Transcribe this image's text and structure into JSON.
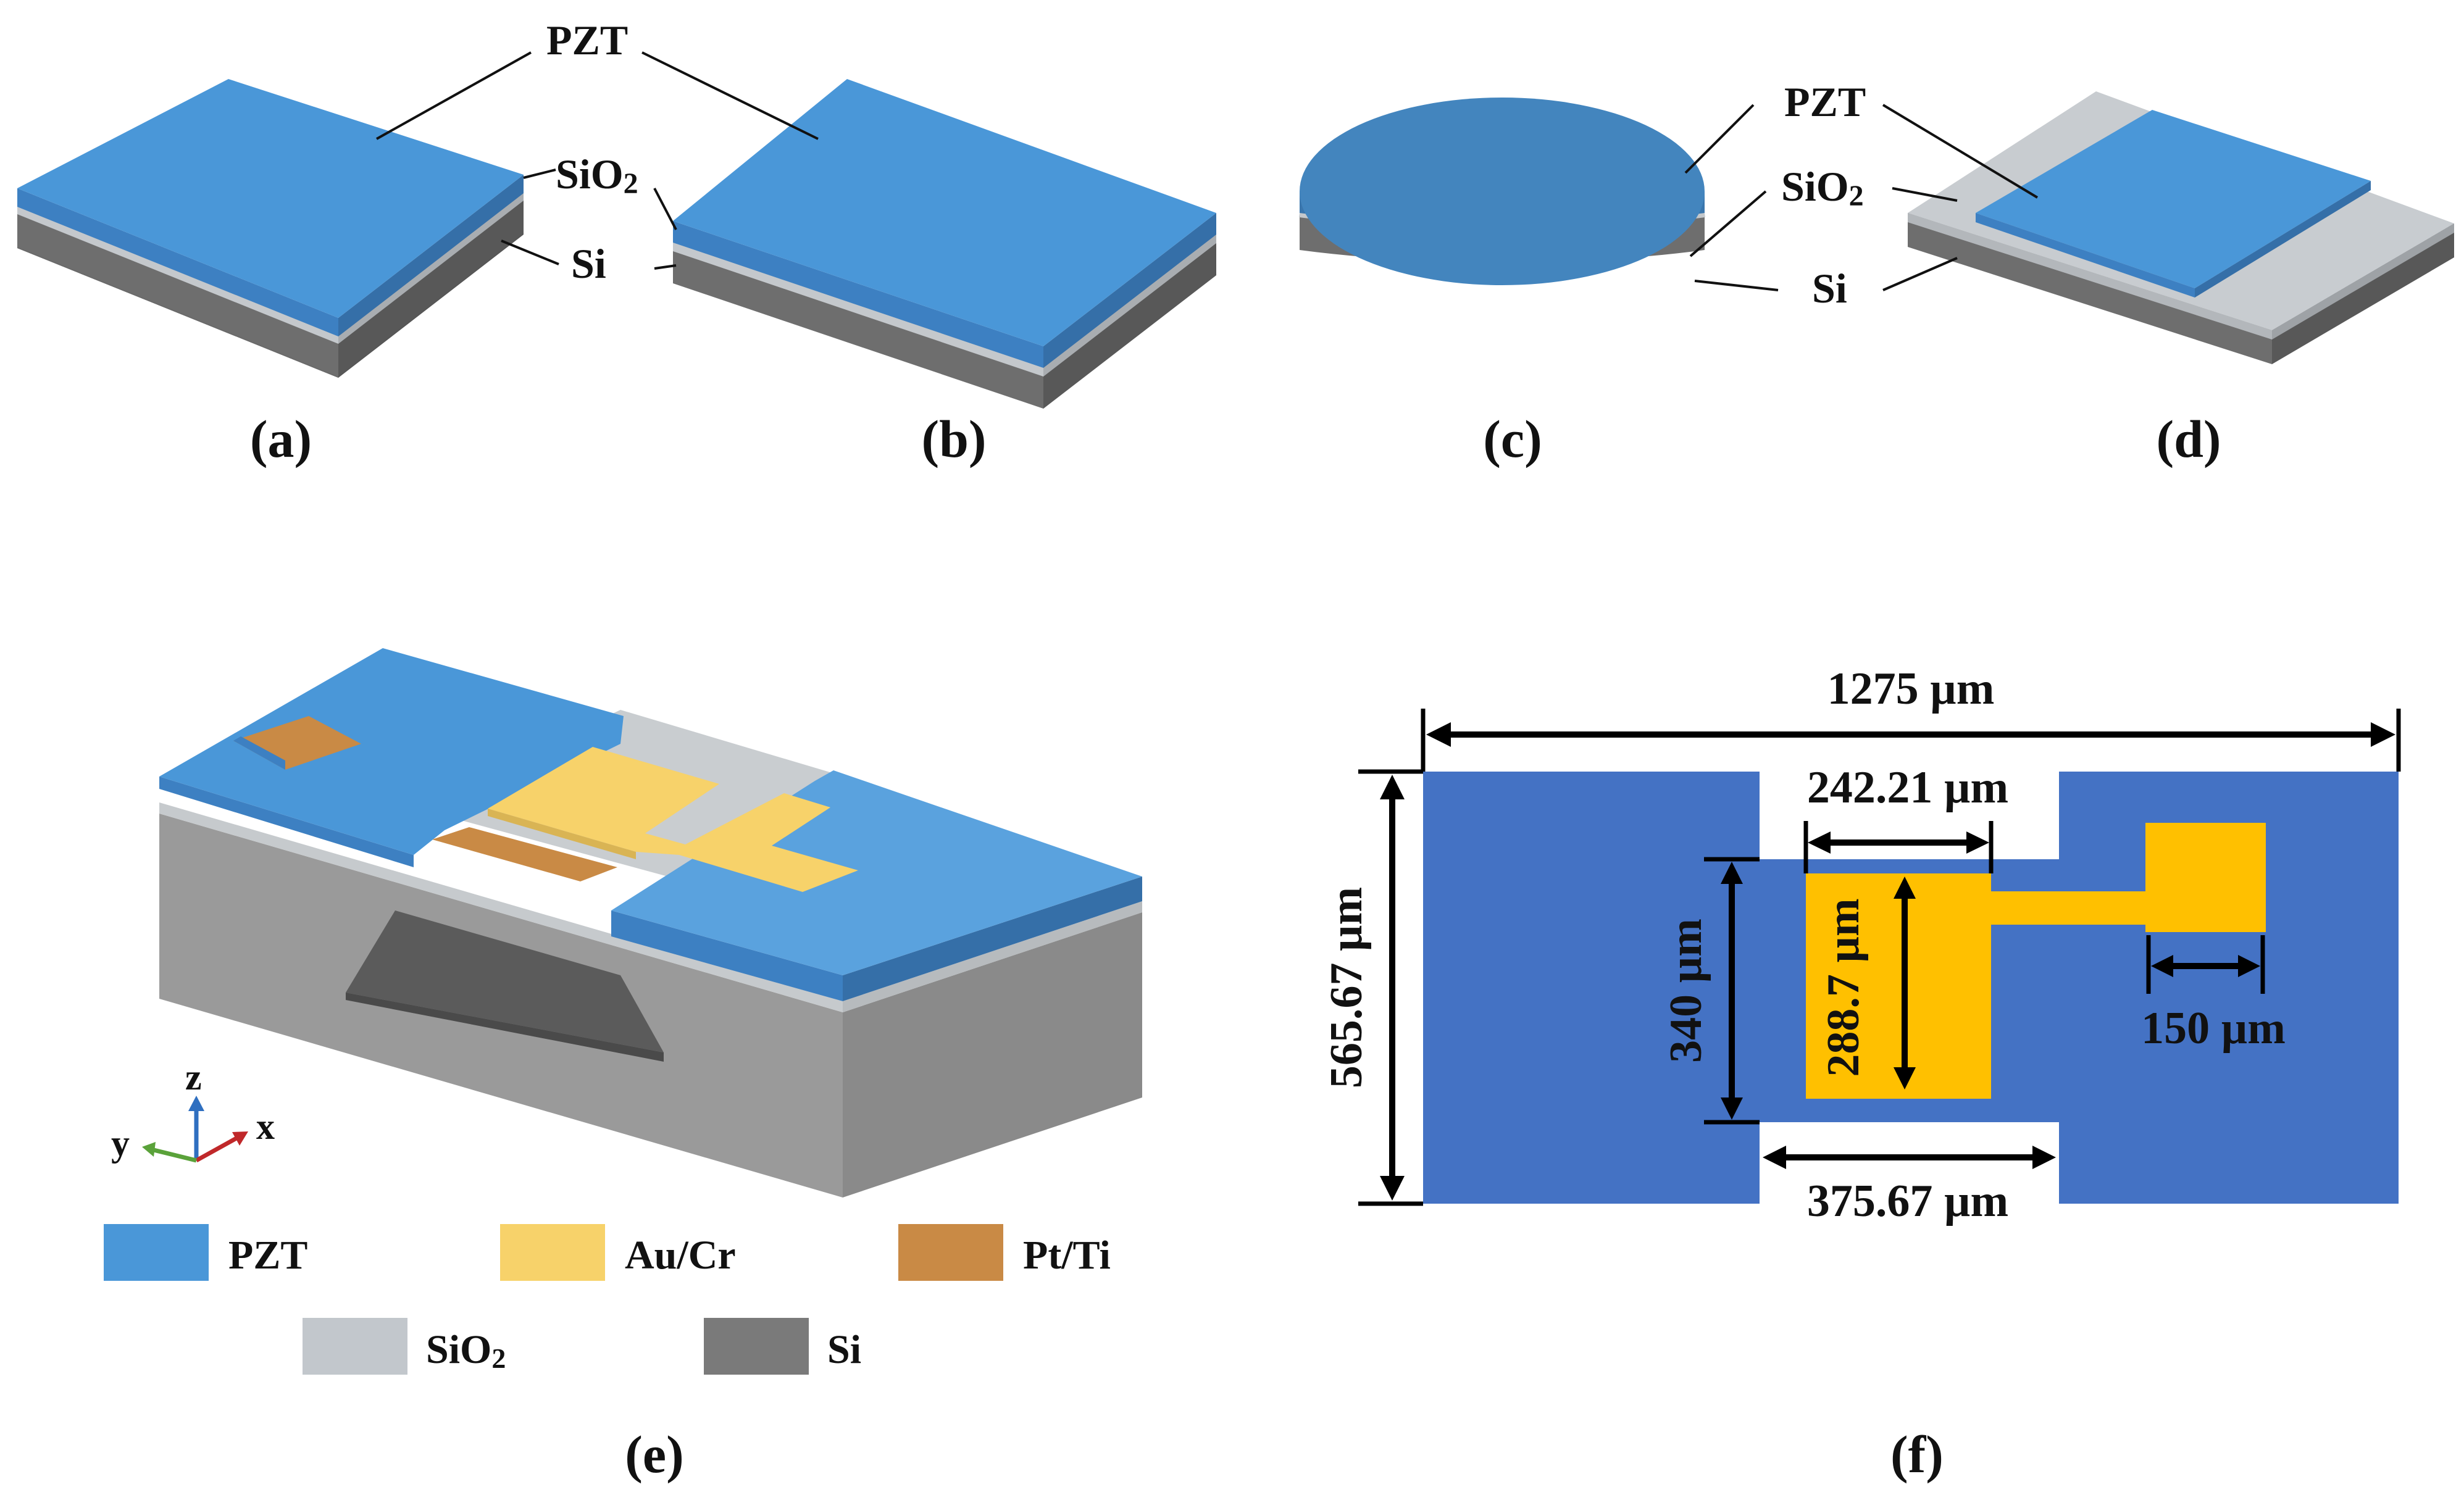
{
  "colors": {
    "pzt_top": "#4a97d8",
    "pzt_side": "#3d7fbf",
    "pzt_disc_top": "#4385be",
    "au_cr": "#f7d26a",
    "pt_ti": "#c98a45",
    "sio2": "#c2c7cc",
    "si": "#707070",
    "plan_pzt": "#4472c4",
    "plan_au": "#ffc000"
  },
  "panels": {
    "a": {
      "caption": "(a)"
    },
    "b": {
      "caption": "(b)"
    },
    "c": {
      "caption": "(c)"
    },
    "d": {
      "caption": "(d)"
    },
    "e": {
      "caption": "(e)"
    },
    "f": {
      "caption": "(f)"
    }
  },
  "layer_labels": {
    "ab": {
      "pzt": "PZT",
      "sio2_base": "SiO",
      "sio2_sub": "2",
      "si": "Si"
    },
    "cd": {
      "pzt": "PZT",
      "sio2_base": "SiO",
      "sio2_sub": "2",
      "si": "Si"
    }
  },
  "axes": {
    "x": "x",
    "y": "y",
    "z": "z"
  },
  "legend": [
    {
      "label": "PZT",
      "color": "#4a97d8"
    },
    {
      "label": "Au/Cr",
      "color": "#f7d26a"
    },
    {
      "label": "Pt/Ti",
      "color": "#c98a45"
    },
    {
      "label_base": "SiO",
      "label_sub": "2",
      "color": "#c2c7cc"
    },
    {
      "label": "Si",
      "color": "#7a7a7a"
    }
  ],
  "dimensions": {
    "total_width": "1275 µm",
    "total_height": "565.67 µm",
    "neck_width_top": "242.21 µm",
    "neck_height": "340 µm",
    "electrode_height": "288.7 µm",
    "pad_width": "150 µm",
    "neck_width_bottom": "375.67 µm"
  }
}
